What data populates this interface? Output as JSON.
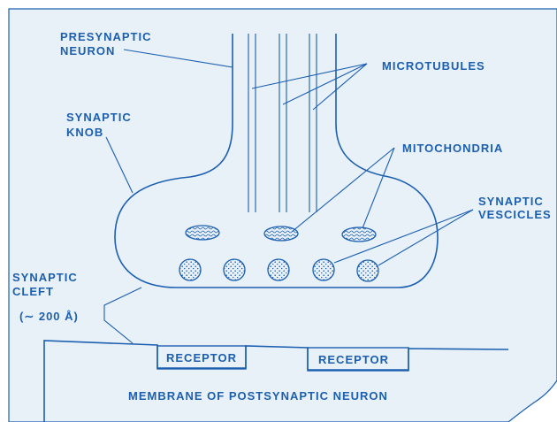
{
  "labels": {
    "presynaptic_line1": "PRESYNAPTIC",
    "presynaptic_line2": "NEURON",
    "microtubules": "MICROTUBULES",
    "synaptic_knob_line1": "SYNAPTIC",
    "synaptic_knob_line2": "KNOB",
    "mitochondria": "MITOCHONDRIA",
    "vesicles_line1": "SYNAPTIC",
    "vesicles_line2": "VESCICLES",
    "cleft_line1": "SYNAPTIC",
    "cleft_line2": "CLEFT",
    "cleft_size": "(∼ 200 Å)",
    "receptor_left": "RECEPTOR",
    "receptor_right": "RECEPTOR",
    "membrane": "MEMBRANE OF POSTSYNAPTIC NEURON"
  },
  "colors": {
    "background": "#e8f1f8",
    "ink": "#1c5fb0"
  }
}
